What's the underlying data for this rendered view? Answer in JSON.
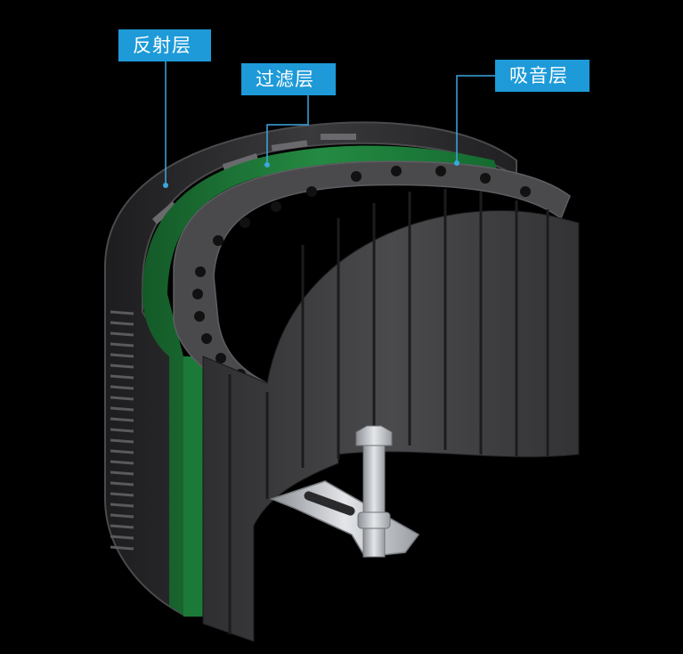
{
  "labels": {
    "reflect": "反射层",
    "filter": "过滤层",
    "absorb": "吸音层"
  },
  "colors": {
    "background": "#000000",
    "label_bg": "#1e9ad8",
    "leader_line": "#3aa8e0",
    "shell": "#2e2e30",
    "filter_green": "#1f7a3a",
    "foam": "#3a3a3c",
    "bracket": "#cfd2d6"
  }
}
